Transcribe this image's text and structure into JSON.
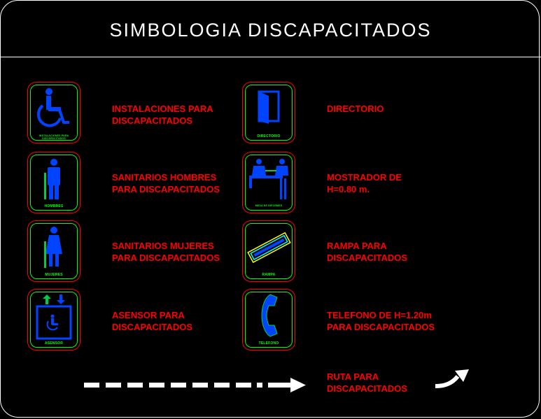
{
  "title": "SIMBOLOGIA  DISCAPACITADOS",
  "colors": {
    "label": "#ff0000",
    "sign_outline": "#ff0000",
    "sign_inner": "#00ff00",
    "symbol": "#0044ff",
    "route": "#ffffff"
  },
  "left": [
    {
      "icon": "wheelchair-icon",
      "caption": "INSTALACIONES PARA DISCAPACITADOS",
      "line1": "INSTALACIONES PARA",
      "line2": "DISCAPACITADOS"
    },
    {
      "icon": "man-icon",
      "caption": "HOMBRES",
      "line1": "SANITARIOS HOMBRES",
      "line2": "PARA DISCAPACITADOS"
    },
    {
      "icon": "woman-icon",
      "caption": "MUJERES",
      "line1": "SANITARIOS MUJERES",
      "line2": "PARA DISCAPACITADOS"
    },
    {
      "icon": "elevator-icon",
      "caption": "ASENSOR",
      "line1": "ASENSOR PARA",
      "line2": "DISCAPACITADOS"
    }
  ],
  "right": [
    {
      "icon": "door-icon",
      "caption": "DIRECTORIO",
      "line1": "DIRECTORIO",
      "line2": ""
    },
    {
      "icon": "counter-icon",
      "caption": "MESA DE INFORMES",
      "line1": "MOSTRADOR DE",
      "line2": "H=0.80 m."
    },
    {
      "icon": "ramp-icon",
      "caption": "RAMPA",
      "line1": "RAMPA PARA",
      "line2": "DISCAPACITADOS"
    },
    {
      "icon": "phone-icon",
      "caption": "TELEFONO",
      "line1": "TELEFONO DE H=1.20m",
      "line2": "PARA DISCAPACITADOS"
    }
  ],
  "route": {
    "line1": "RUTA PARA",
    "line2": "DISCAPACITADOS"
  }
}
